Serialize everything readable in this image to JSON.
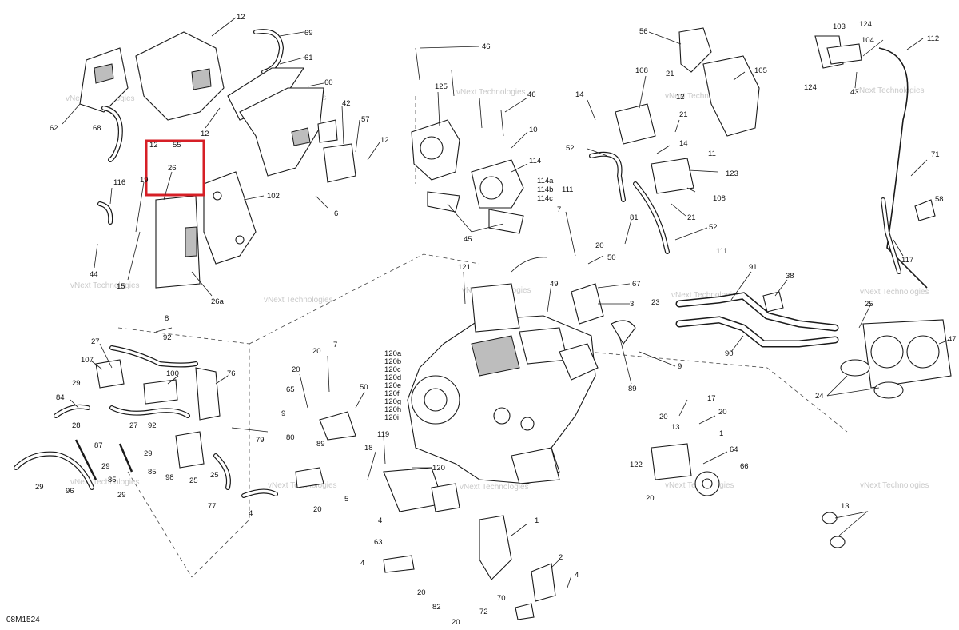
{
  "diagram_code": "08M1524",
  "watermark_text": "vNext Technologies",
  "highlight_color": "#d61f26",
  "highlighted_part": "26",
  "callouts": [
    "12",
    "69",
    "61",
    "60",
    "62",
    "68",
    "42",
    "57",
    "12",
    "12",
    "12",
    "55",
    "26",
    "19",
    "116",
    "102",
    "6",
    "44",
    "15",
    "26a",
    "46",
    "125",
    "46",
    "10",
    "114",
    "114a",
    "114b",
    "114c",
    "45",
    "56",
    "108",
    "21",
    "105",
    "14",
    "12",
    "21",
    "11",
    "14",
    "52",
    "111",
    "123",
    "108",
    "21",
    "103",
    "124",
    "104",
    "112",
    "124",
    "43",
    "71",
    "58",
    "117",
    "7",
    "81",
    "20",
    "50",
    "52",
    "111",
    "67",
    "3",
    "49",
    "121",
    "91",
    "38",
    "23",
    "25",
    "47",
    "90",
    "9",
    "89",
    "24",
    "120a",
    "120b",
    "120c",
    "120d",
    "120e",
    "120f",
    "120g",
    "120h",
    "120i",
    "8",
    "92",
    "27",
    "107",
    "76",
    "100",
    "84",
    "29",
    "28",
    "27",
    "92",
    "87",
    "29",
    "85",
    "85",
    "29",
    "96",
    "29",
    "29",
    "98",
    "25",
    "79",
    "25",
    "77",
    "4",
    "20",
    "7",
    "20",
    "65",
    "50",
    "9",
    "80",
    "89",
    "20",
    "5",
    "18",
    "119",
    "120",
    "4",
    "17",
    "20",
    "13",
    "20",
    "1",
    "64",
    "66",
    "20",
    "122",
    "13",
    "1",
    "63",
    "4",
    "20",
    "82",
    "70",
    "2",
    "4",
    "20",
    "72"
  ]
}
